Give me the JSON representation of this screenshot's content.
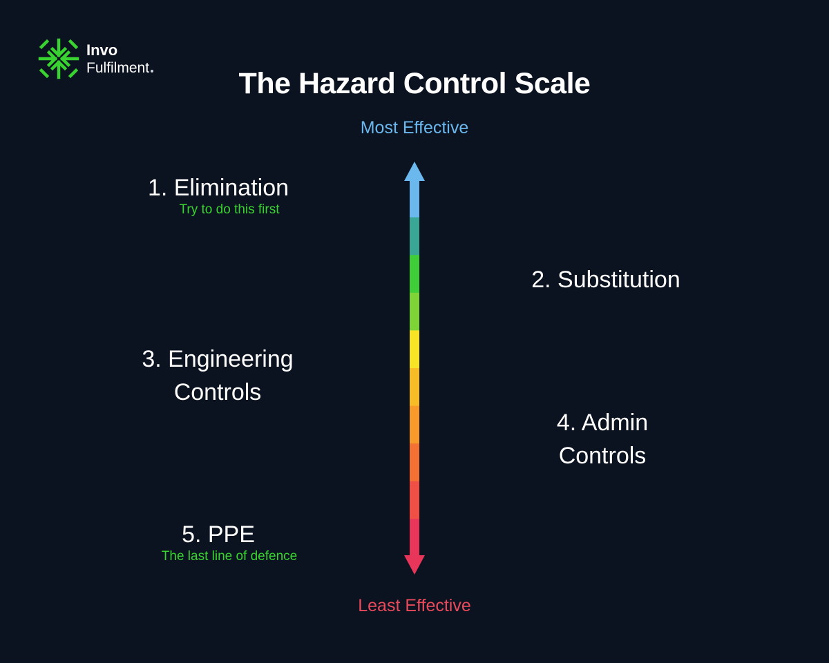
{
  "brand": {
    "name_line1": "Invo",
    "name_line2": "Fulfilment",
    "logo_icon": "four-inward-arrows-icon",
    "logo_color": "#39d331"
  },
  "title": "The Hazard Control Scale",
  "scale": {
    "top_label": "Most Effective",
    "bottom_label": "Least Effective",
    "top_color": "#6ab7ee",
    "bottom_color": "#e94a5b",
    "gradient_colors": [
      "#6ab8ee",
      "#3aa695",
      "#3fcd38",
      "#7ed437",
      "#f6e425",
      "#f8bc26",
      "#f8992b",
      "#f47033",
      "#ef4f45",
      "#e8365a"
    ]
  },
  "controls": [
    {
      "label": "1. Elimination",
      "note": "Try to do this first"
    },
    {
      "label": "2. Substitution"
    },
    {
      "label_line1": "3. Engineering",
      "label_line2": "Controls"
    },
    {
      "label_line1": "4. Admin",
      "label_line2": "Controls"
    },
    {
      "label": "5. PPE",
      "note": "The last line of defence"
    }
  ]
}
